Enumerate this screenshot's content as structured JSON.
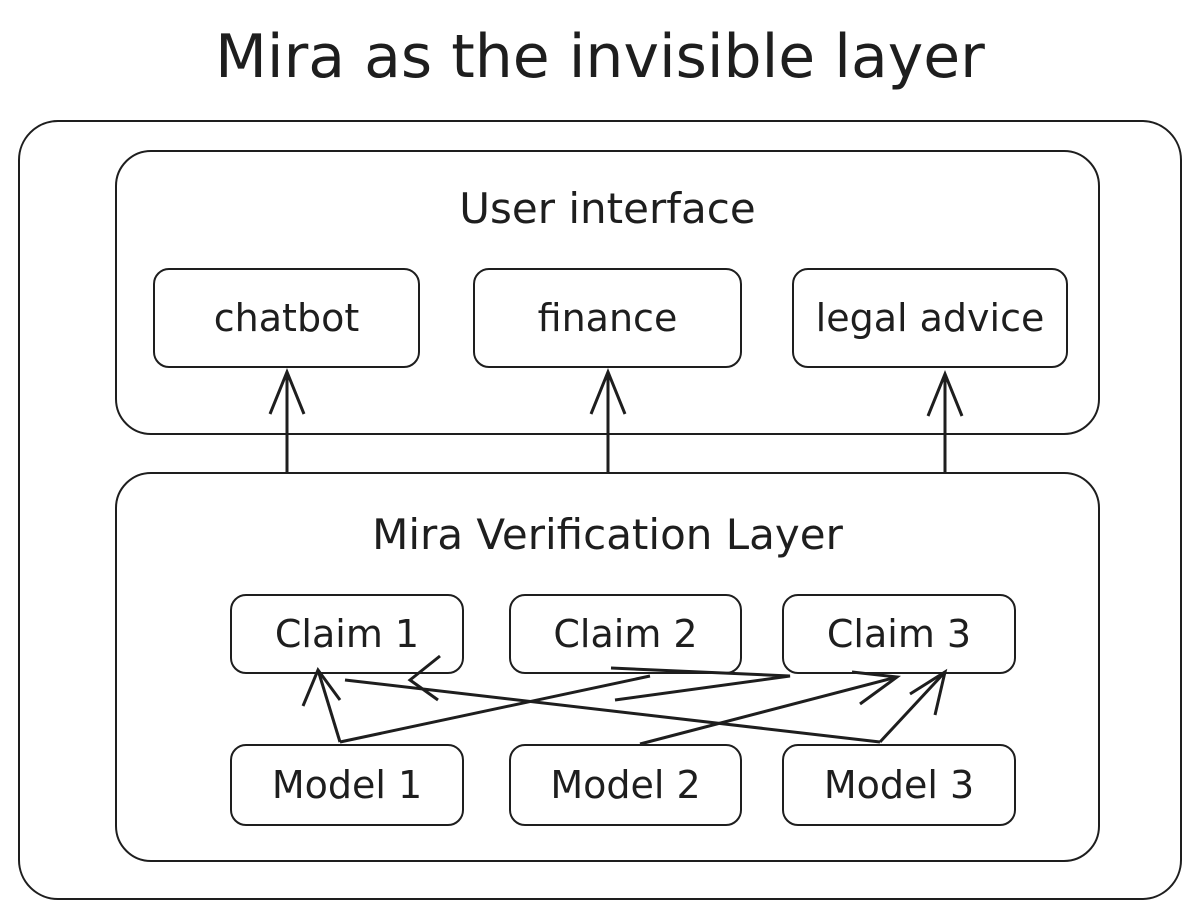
{
  "title": "Mira as the invisible layer",
  "user_interface": {
    "label": "User interface",
    "apps": [
      "chatbot",
      "finance",
      "legal advice"
    ]
  },
  "verification_layer": {
    "label": "Mira Verification Layer",
    "claims": [
      "Claim 1",
      "Claim 2",
      "Claim 3"
    ],
    "models": [
      "Model 1",
      "Model 2",
      "Model 3"
    ]
  },
  "edges": [
    {
      "from": "Mira Verification Layer",
      "to": "chatbot"
    },
    {
      "from": "Mira Verification Layer",
      "to": "finance"
    },
    {
      "from": "Mira Verification Layer",
      "to": "legal advice"
    },
    {
      "from": "Model 1",
      "to": "Claim 1"
    },
    {
      "from": "Model 1",
      "to": "Claim 2"
    },
    {
      "from": "Model 2",
      "to": "Claim 3"
    },
    {
      "from": "Model 3",
      "to": "Claim 1"
    },
    {
      "from": "Model 3",
      "to": "Claim 3"
    }
  ]
}
